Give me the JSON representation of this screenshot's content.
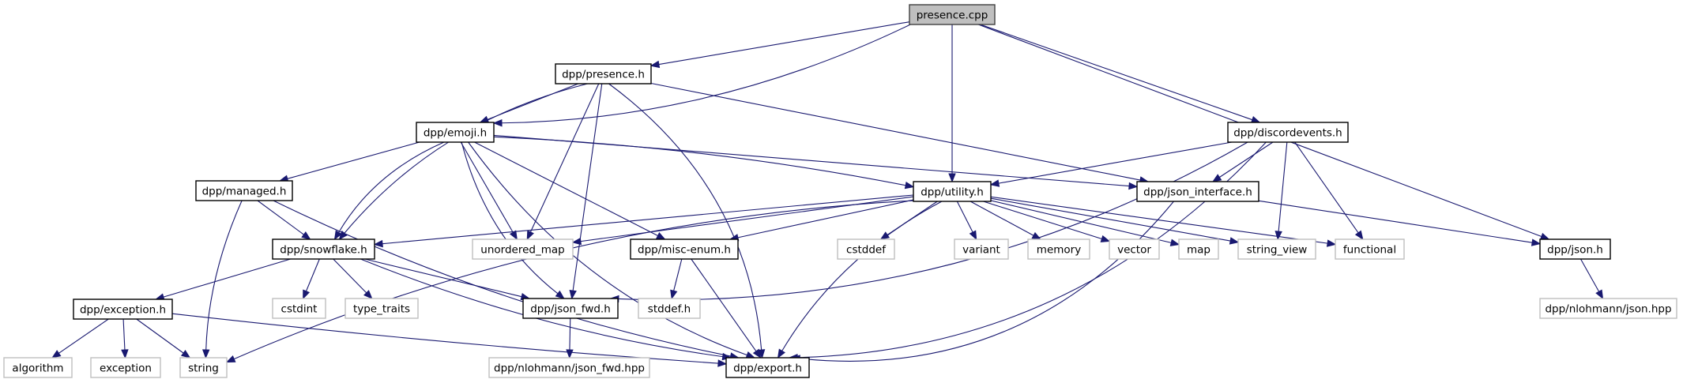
{
  "title": "presence.cpp",
  "colors": {
    "edge": "#191970",
    "root_fill": "#bfbfbf",
    "doc_border": "#000000",
    "ext_border": "#bfbfbf"
  },
  "nodes": [
    {
      "id": "presence_cpp",
      "label": "presence.cpp",
      "kind": "root"
    },
    {
      "id": "presence_h",
      "label": "dpp/presence.h",
      "kind": "doc"
    },
    {
      "id": "emoji_h",
      "label": "dpp/emoji.h",
      "kind": "doc"
    },
    {
      "id": "discordevents_h",
      "label": "dpp/discordevents.h",
      "kind": "doc"
    },
    {
      "id": "managed_h",
      "label": "dpp/managed.h",
      "kind": "doc"
    },
    {
      "id": "utility_h",
      "label": "dpp/utility.h",
      "kind": "doc"
    },
    {
      "id": "json_interface_h",
      "label": "dpp/json_interface.h",
      "kind": "doc"
    },
    {
      "id": "snowflake_h",
      "label": "dpp/snowflake.h",
      "kind": "doc"
    },
    {
      "id": "unordered_map",
      "label": "unordered_map",
      "kind": "ext"
    },
    {
      "id": "misc_enum_h",
      "label": "dpp/misc-enum.h",
      "kind": "doc"
    },
    {
      "id": "cstddef",
      "label": "cstddef",
      "kind": "ext"
    },
    {
      "id": "variant",
      "label": "variant",
      "kind": "ext"
    },
    {
      "id": "memory",
      "label": "memory",
      "kind": "ext"
    },
    {
      "id": "vector",
      "label": "vector",
      "kind": "ext"
    },
    {
      "id": "map",
      "label": "map",
      "kind": "ext"
    },
    {
      "id": "string_view",
      "label": "string_view",
      "kind": "ext"
    },
    {
      "id": "functional",
      "label": "functional",
      "kind": "ext"
    },
    {
      "id": "json_h",
      "label": "dpp/json.h",
      "kind": "doc"
    },
    {
      "id": "exception_h",
      "label": "dpp/exception.h",
      "kind": "doc"
    },
    {
      "id": "cstdint",
      "label": "cstdint",
      "kind": "ext"
    },
    {
      "id": "type_traits",
      "label": "type_traits",
      "kind": "ext"
    },
    {
      "id": "json_fwd_h",
      "label": "dpp/json_fwd.h",
      "kind": "doc"
    },
    {
      "id": "stddef_h",
      "label": "stddef.h",
      "kind": "ext"
    },
    {
      "id": "nlohmann_json_hpp",
      "label": "dpp/nlohmann/json.hpp",
      "kind": "ext"
    },
    {
      "id": "algorithm",
      "label": "algorithm",
      "kind": "ext"
    },
    {
      "id": "exception",
      "label": "exception",
      "kind": "ext"
    },
    {
      "id": "string",
      "label": "string",
      "kind": "ext"
    },
    {
      "id": "nlohmann_json_fwd_hpp",
      "label": "dpp/nlohmann/json_fwd.hpp",
      "kind": "ext"
    },
    {
      "id": "export_h",
      "label": "dpp/export.h",
      "kind": "doc"
    }
  ],
  "edges": [
    [
      "presence_cpp",
      "presence_h"
    ],
    [
      "presence_cpp",
      "emoji_h"
    ],
    [
      "presence_cpp",
      "utility_h"
    ],
    [
      "presence_cpp",
      "discordevents_h"
    ],
    [
      "presence_cpp",
      "json_h"
    ],
    [
      "presence_h",
      "emoji_h"
    ],
    [
      "presence_h",
      "snowflake_h"
    ],
    [
      "presence_h",
      "unordered_map"
    ],
    [
      "presence_h",
      "json_fwd_h"
    ],
    [
      "presence_h",
      "json_interface_h"
    ],
    [
      "presence_h",
      "export_h"
    ],
    [
      "emoji_h",
      "managed_h"
    ],
    [
      "emoji_h",
      "snowflake_h"
    ],
    [
      "emoji_h",
      "utility_h"
    ],
    [
      "emoji_h",
      "json_interface_h"
    ],
    [
      "emoji_h",
      "unordered_map"
    ],
    [
      "emoji_h",
      "misc_enum_h"
    ],
    [
      "emoji_h",
      "json_fwd_h"
    ],
    [
      "emoji_h",
      "export_h"
    ],
    [
      "managed_h",
      "snowflake_h"
    ],
    [
      "managed_h",
      "string"
    ],
    [
      "managed_h",
      "export_h"
    ],
    [
      "discordevents_h",
      "utility_h"
    ],
    [
      "discordevents_h",
      "json_interface_h"
    ],
    [
      "discordevents_h",
      "string_view"
    ],
    [
      "discordevents_h",
      "functional"
    ],
    [
      "discordevents_h",
      "json_fwd_h"
    ],
    [
      "discordevents_h",
      "export_h"
    ],
    [
      "utility_h",
      "snowflake_h"
    ],
    [
      "utility_h",
      "unordered_map"
    ],
    [
      "utility_h",
      "misc_enum_h"
    ],
    [
      "utility_h",
      "cstddef"
    ],
    [
      "utility_h",
      "variant"
    ],
    [
      "utility_h",
      "memory"
    ],
    [
      "utility_h",
      "vector"
    ],
    [
      "utility_h",
      "map"
    ],
    [
      "utility_h",
      "string_view"
    ],
    [
      "utility_h",
      "functional"
    ],
    [
      "utility_h",
      "string"
    ],
    [
      "utility_h",
      "export_h"
    ],
    [
      "json_interface_h",
      "json_h"
    ],
    [
      "json_interface_h",
      "export_h"
    ],
    [
      "snowflake_h",
      "exception_h"
    ],
    [
      "snowflake_h",
      "cstdint"
    ],
    [
      "snowflake_h",
      "type_traits"
    ],
    [
      "snowflake_h",
      "json_fwd_h"
    ],
    [
      "snowflake_h",
      "export_h"
    ],
    [
      "misc_enum_h",
      "stddef_h"
    ],
    [
      "misc_enum_h",
      "export_h"
    ],
    [
      "json_h",
      "nlohmann_json_hpp"
    ],
    [
      "exception_h",
      "algorithm"
    ],
    [
      "exception_h",
      "exception"
    ],
    [
      "exception_h",
      "string"
    ],
    [
      "exception_h",
      "export_h"
    ],
    [
      "json_fwd_h",
      "nlohmann_json_fwd_hpp"
    ]
  ]
}
